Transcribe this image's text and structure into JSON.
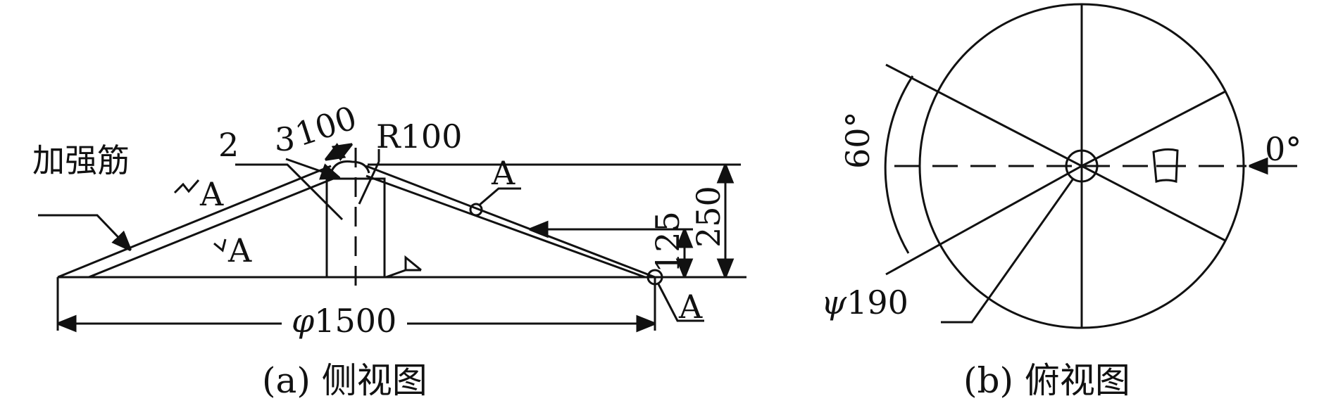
{
  "side_view": {
    "caption": "(a) 侧视图",
    "rib_label": "加强筋",
    "part_label": "2",
    "dim_small": "3",
    "dim_top_width": "100",
    "radius_label": "R100",
    "section_labels": [
      "A",
      "A",
      "A",
      "A"
    ],
    "height_total": "250",
    "height_half": "125",
    "base_diameter_symbol": "φ",
    "base_diameter_value": "1500"
  },
  "top_view": {
    "caption": "(b) 俯视图",
    "angle_label": "60°",
    "zero_label": "0°",
    "hole_symbol": "ψ",
    "hole_value": "190"
  }
}
